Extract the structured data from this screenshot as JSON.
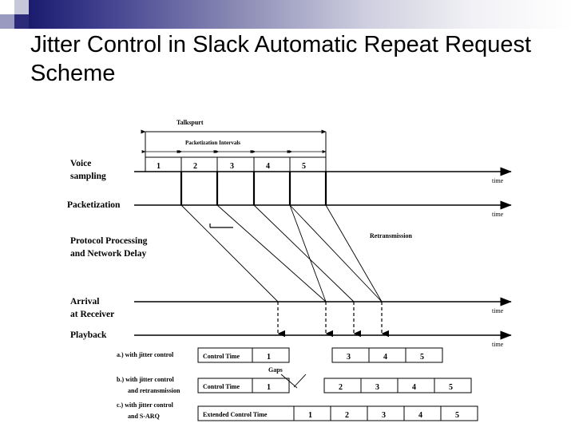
{
  "slide": {
    "title": "Jitter Control in Slack Automatic Repeat Request Scheme"
  },
  "figure": {
    "name": "jitter-control-timing-diagram",
    "top_labels": {
      "talkspurt": "Talkspurt",
      "packetization_intervals": "Packetization Intervals"
    },
    "row_labels": [
      "Voice",
      "sampling",
      "Packetization",
      "Protocol Processing",
      "and Network Delay",
      "Arrival",
      "at Receiver",
      "Playback"
    ],
    "axis_labels": [
      "time",
      "time",
      "time",
      "time"
    ],
    "annotations": {
      "retransmission": "Retransmission",
      "gaps": "Gaps"
    },
    "voice_packets": [
      "1",
      "2",
      "3",
      "4",
      "5"
    ],
    "legend": [
      {
        "key": "a",
        "text_line1": "a.) with jitter control",
        "text_line2": ""
      },
      {
        "key": "b",
        "text_line1": "b.) with jitter control",
        "text_line2": "and retransmission"
      },
      {
        "key": "c",
        "text_line1": "c.) with jitter control",
        "text_line2": "and S-ARQ"
      }
    ],
    "playback_rows": [
      {
        "control_label": "Control Time",
        "blocks": [
          "1"
        ],
        "right_blocks": [
          "3",
          "4",
          "5"
        ]
      },
      {
        "control_label": "Control Time",
        "blocks": [
          "1"
        ],
        "right_blocks": [
          "2",
          "3",
          "4",
          "5"
        ]
      },
      {
        "control_label": "Extended Control Time",
        "blocks": [],
        "right_blocks": [
          "1",
          "2",
          "3",
          "4",
          "5"
        ]
      }
    ]
  },
  "colors": {
    "header_dark": "#1b1b6e",
    "header_light": "#ffffff",
    "figure_line": "#000000",
    "text": "#000000"
  }
}
